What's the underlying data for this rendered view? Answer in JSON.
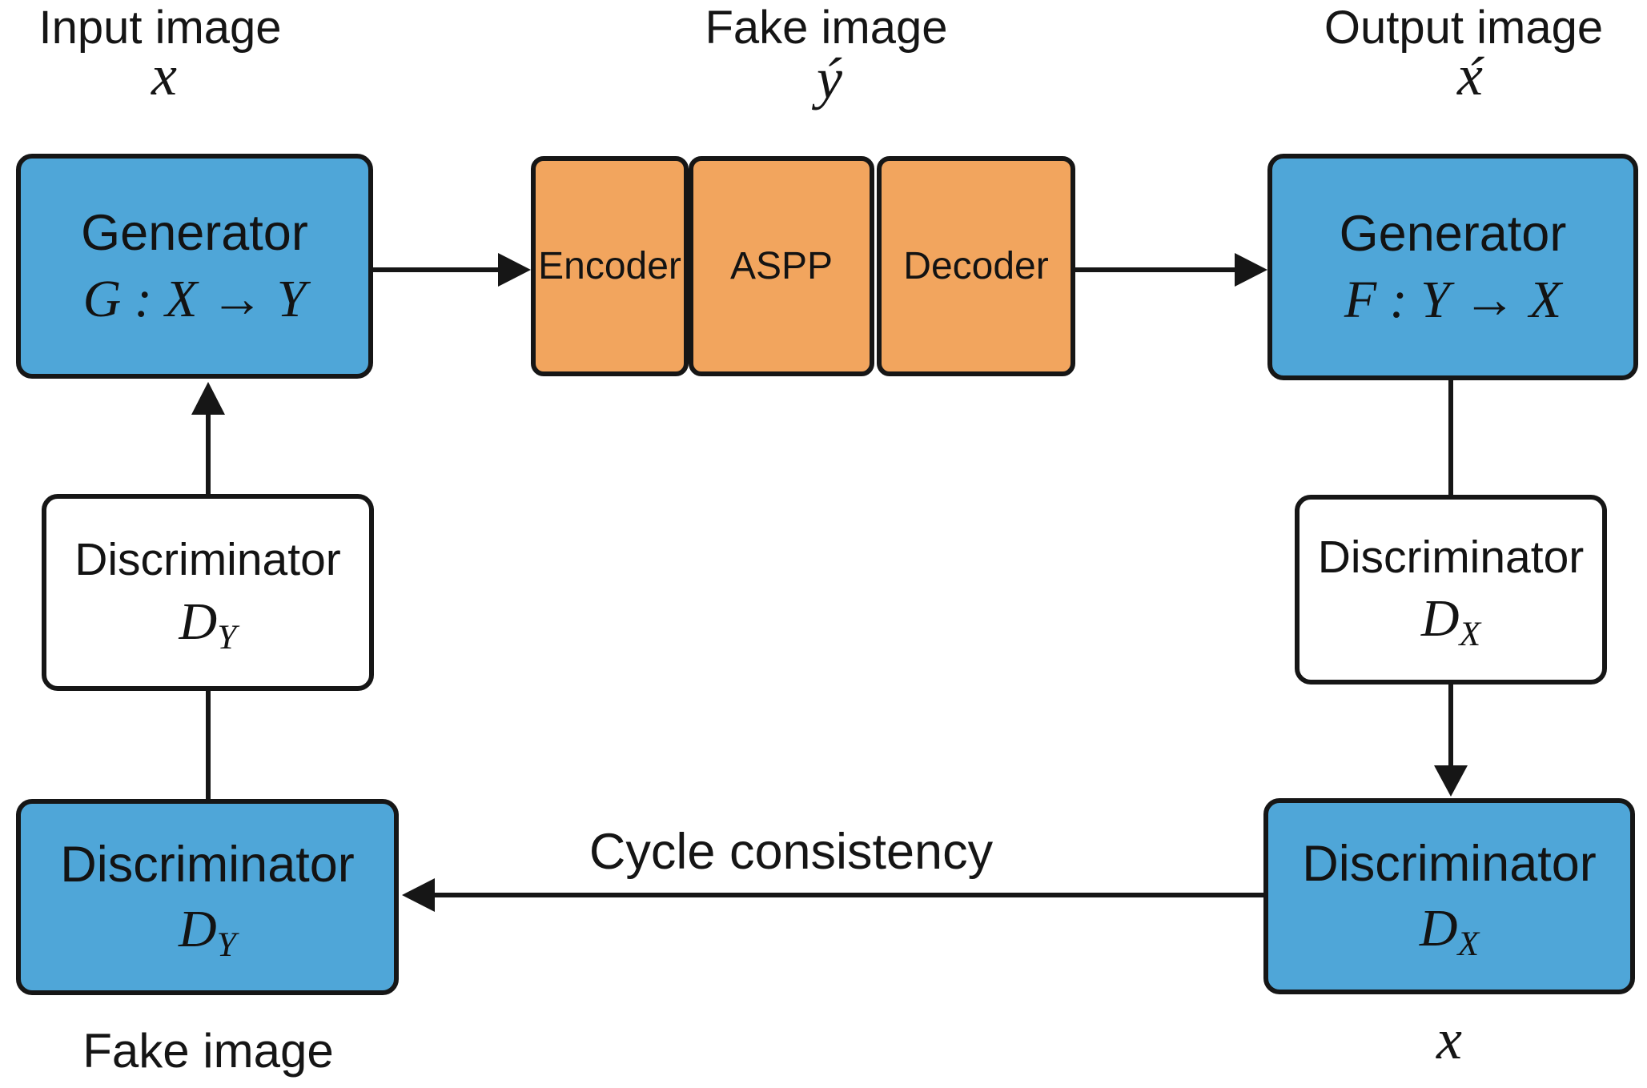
{
  "diagram": {
    "top_labels": {
      "input": {
        "title": "Input image",
        "symbol": "x"
      },
      "fake": {
        "title": "Fake image",
        "symbol": "ý"
      },
      "output": {
        "title": "Output image",
        "symbol": "x́"
      }
    },
    "nodes": {
      "generator_g": {
        "title": "Generator",
        "formula": "G : X → Y"
      },
      "encoder": {
        "label": "Encoder"
      },
      "aspp": {
        "label": "ASPP"
      },
      "decoder": {
        "label": "Decoder"
      },
      "generator_f": {
        "title": "Generator",
        "formula": "F : Y → X"
      },
      "discriminator_y_white": {
        "title": "Discriminator",
        "symbol": "D",
        "subscript": "Y"
      },
      "discriminator_x_white": {
        "title": "Discriminator",
        "symbol": "D",
        "subscript": "X"
      },
      "discriminator_y_blue": {
        "title": "Discriminator",
        "symbol": "D",
        "subscript": "Y"
      },
      "discriminator_x_blue": {
        "title": "Discriminator",
        "symbol": "D",
        "subscript": "X"
      }
    },
    "edge_labels": {
      "cycle": "Cycle consistency"
    },
    "bottom_labels": {
      "fake_image": "Fake image",
      "x": "x"
    },
    "colors": {
      "generator_fill": "#4fa6d8",
      "coder_fill": "#f2a55e",
      "discriminator_fill": "#ffffff",
      "border": "#161616",
      "arrow": "#161616"
    }
  }
}
